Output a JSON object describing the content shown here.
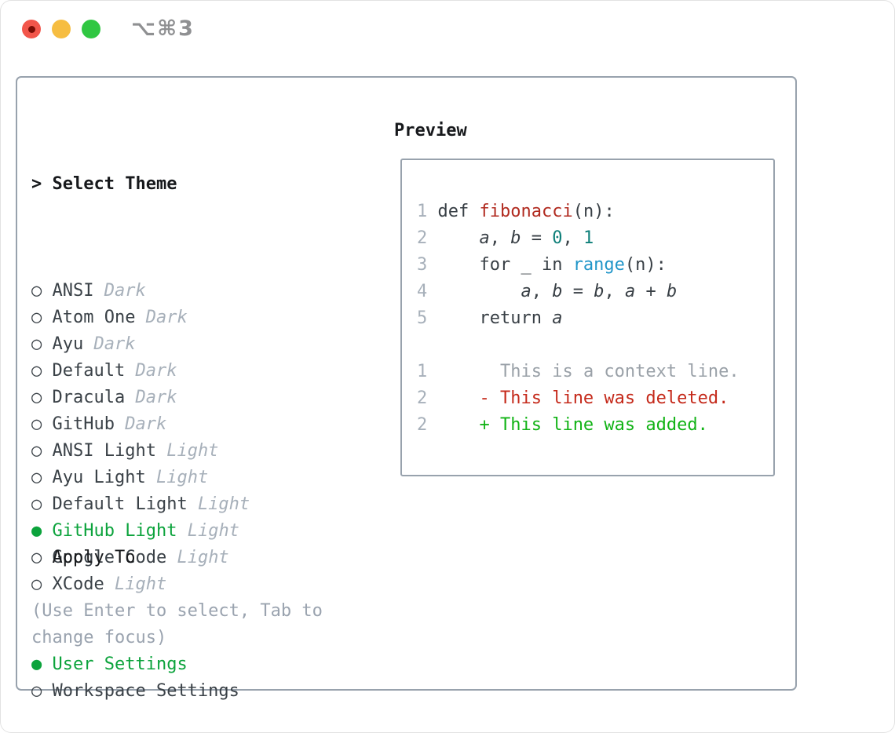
{
  "titlebar": {
    "shortcut": "⌥⌘3"
  },
  "icons": {
    "radio_on": "●",
    "radio_off": "○",
    "pointer": ">"
  },
  "theme_list": {
    "header": "Select Theme",
    "items": [
      {
        "name": "ANSI",
        "kind": "Dark",
        "selected": false
      },
      {
        "name": "Atom One",
        "kind": "Dark",
        "selected": false
      },
      {
        "name": "Ayu",
        "kind": "Dark",
        "selected": false
      },
      {
        "name": "Default",
        "kind": "Dark",
        "selected": false
      },
      {
        "name": "Dracula",
        "kind": "Dark",
        "selected": false
      },
      {
        "name": "GitHub",
        "kind": "Dark",
        "selected": false
      },
      {
        "name": "ANSI Light",
        "kind": "Light",
        "selected": false
      },
      {
        "name": "Ayu Light",
        "kind": "Light",
        "selected": false
      },
      {
        "name": "Default Light",
        "kind": "Light",
        "selected": false
      },
      {
        "name": "GitHub Light",
        "kind": "Light",
        "selected": true
      },
      {
        "name": "Google Code",
        "kind": "Light",
        "selected": false
      },
      {
        "name": "XCode",
        "kind": "Light",
        "selected": false
      }
    ]
  },
  "apply_to": {
    "header": "Apply To",
    "options": [
      {
        "label": "User Settings",
        "selected": true
      },
      {
        "label": "Workspace Settings",
        "selected": false
      }
    ]
  },
  "help_text": "(Use Enter to select, Tab to change focus)",
  "preview": {
    "header": "Preview",
    "lines": [
      {
        "num": "1",
        "tokens": [
          {
            "t": "def ",
            "s": "plain"
          },
          {
            "t": "fibonacci",
            "s": "func"
          },
          {
            "t": "(n):",
            "s": "plain"
          }
        ]
      },
      {
        "num": "2",
        "tokens": [
          {
            "t": "    ",
            "s": "plain"
          },
          {
            "t": "a",
            "s": "var"
          },
          {
            "t": ", ",
            "s": "plain"
          },
          {
            "t": "b",
            "s": "var"
          },
          {
            "t": " = ",
            "s": "plain"
          },
          {
            "t": "0",
            "s": "num"
          },
          {
            "t": ", ",
            "s": "plain"
          },
          {
            "t": "1",
            "s": "num"
          }
        ]
      },
      {
        "num": "3",
        "tokens": [
          {
            "t": "    for _ in ",
            "s": "plain"
          },
          {
            "t": "range",
            "s": "builtin"
          },
          {
            "t": "(n):",
            "s": "plain"
          }
        ]
      },
      {
        "num": "4",
        "tokens": [
          {
            "t": "        ",
            "s": "plain"
          },
          {
            "t": "a",
            "s": "var"
          },
          {
            "t": ", ",
            "s": "plain"
          },
          {
            "t": "b",
            "s": "var"
          },
          {
            "t": " = ",
            "s": "plain"
          },
          {
            "t": "b",
            "s": "var"
          },
          {
            "t": ", ",
            "s": "plain"
          },
          {
            "t": "a",
            "s": "var"
          },
          {
            "t": " + ",
            "s": "plain"
          },
          {
            "t": "b",
            "s": "var"
          }
        ]
      },
      {
        "num": "5",
        "tokens": [
          {
            "t": "    return ",
            "s": "plain"
          },
          {
            "t": "a",
            "s": "var"
          }
        ]
      },
      {
        "num": "",
        "tokens": []
      },
      {
        "num": "1",
        "tokens": [
          {
            "t": "      ",
            "s": "plain"
          },
          {
            "t": "This is a context line.",
            "s": "context"
          }
        ]
      },
      {
        "num": "2",
        "tokens": [
          {
            "t": "    ",
            "s": "plain"
          },
          {
            "t": "- This line was deleted.",
            "s": "deleted"
          }
        ]
      },
      {
        "num": "2",
        "tokens": [
          {
            "t": "    ",
            "s": "plain"
          },
          {
            "t": "+ This line was added.",
            "s": "added"
          }
        ]
      }
    ]
  },
  "colors": {
    "frame_border": "#98a2ad",
    "foreground": "#3a4147",
    "header_text": "#17191c",
    "muted_gray": "#a7b0ba",
    "help_gray": "#9aa3af",
    "selection_green": "#0ca33c",
    "code_foreground": "#383f45",
    "function_red": "#b12b20",
    "number_teal": "#0e7f79",
    "builtin_blue": "#2196c9",
    "context_gray": "#9aa1a8",
    "deleted_red": "#c52a1b",
    "added_green": "#12b316",
    "traffic_red": "#f2564b",
    "traffic_red_dot": "#7a0d05",
    "traffic_yellow": "#f6bd41",
    "traffic_green": "#30c742"
  }
}
